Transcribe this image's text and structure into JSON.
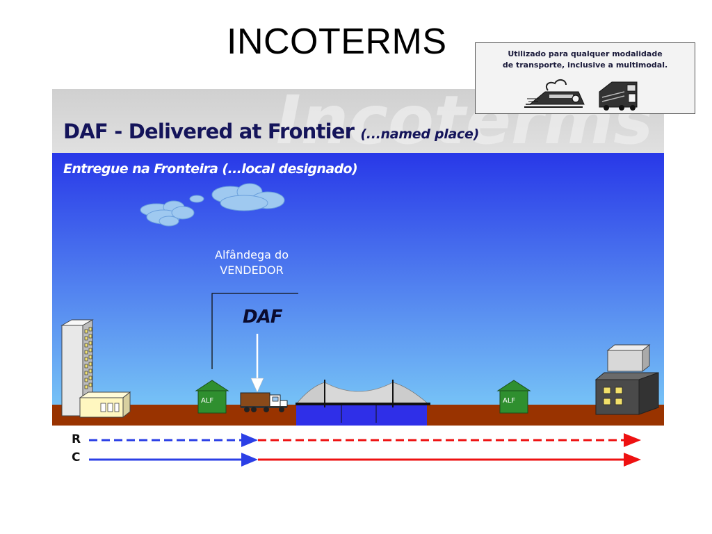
{
  "slide": {
    "title": "INCOTERMS"
  },
  "transport_box": {
    "line1": "Utilizado para qualquer modalidade",
    "line2": "de transporte, inclusive a multimodal.",
    "icons": [
      "train-icon",
      "truck-icon"
    ]
  },
  "diagram": {
    "watermark": "Incoterms",
    "header_title": "DAF - Delivered at Frontier",
    "header_title_suffix": "(...named place)",
    "subtitle": "Entregue na Fronteira (...local designado)",
    "customs_label_line1": "Alfândega do",
    "customs_label_line2": "VENDEDOR",
    "delivery_point_label": "DAF",
    "customs_left_label": "ALF",
    "customs_right_label": "ALF",
    "colors": {
      "header_band": "#d8d8d8",
      "sky_top": "#2838e8",
      "sky_bottom": "#74bff4",
      "ground": "#993300",
      "river": "#2f2fe8",
      "customs_house": "#2f8f2f",
      "seller_color": "#2b3fe6",
      "buyer_color": "#ee1111"
    }
  },
  "legend": {
    "risk_label": "R",
    "cost_label": "C"
  }
}
